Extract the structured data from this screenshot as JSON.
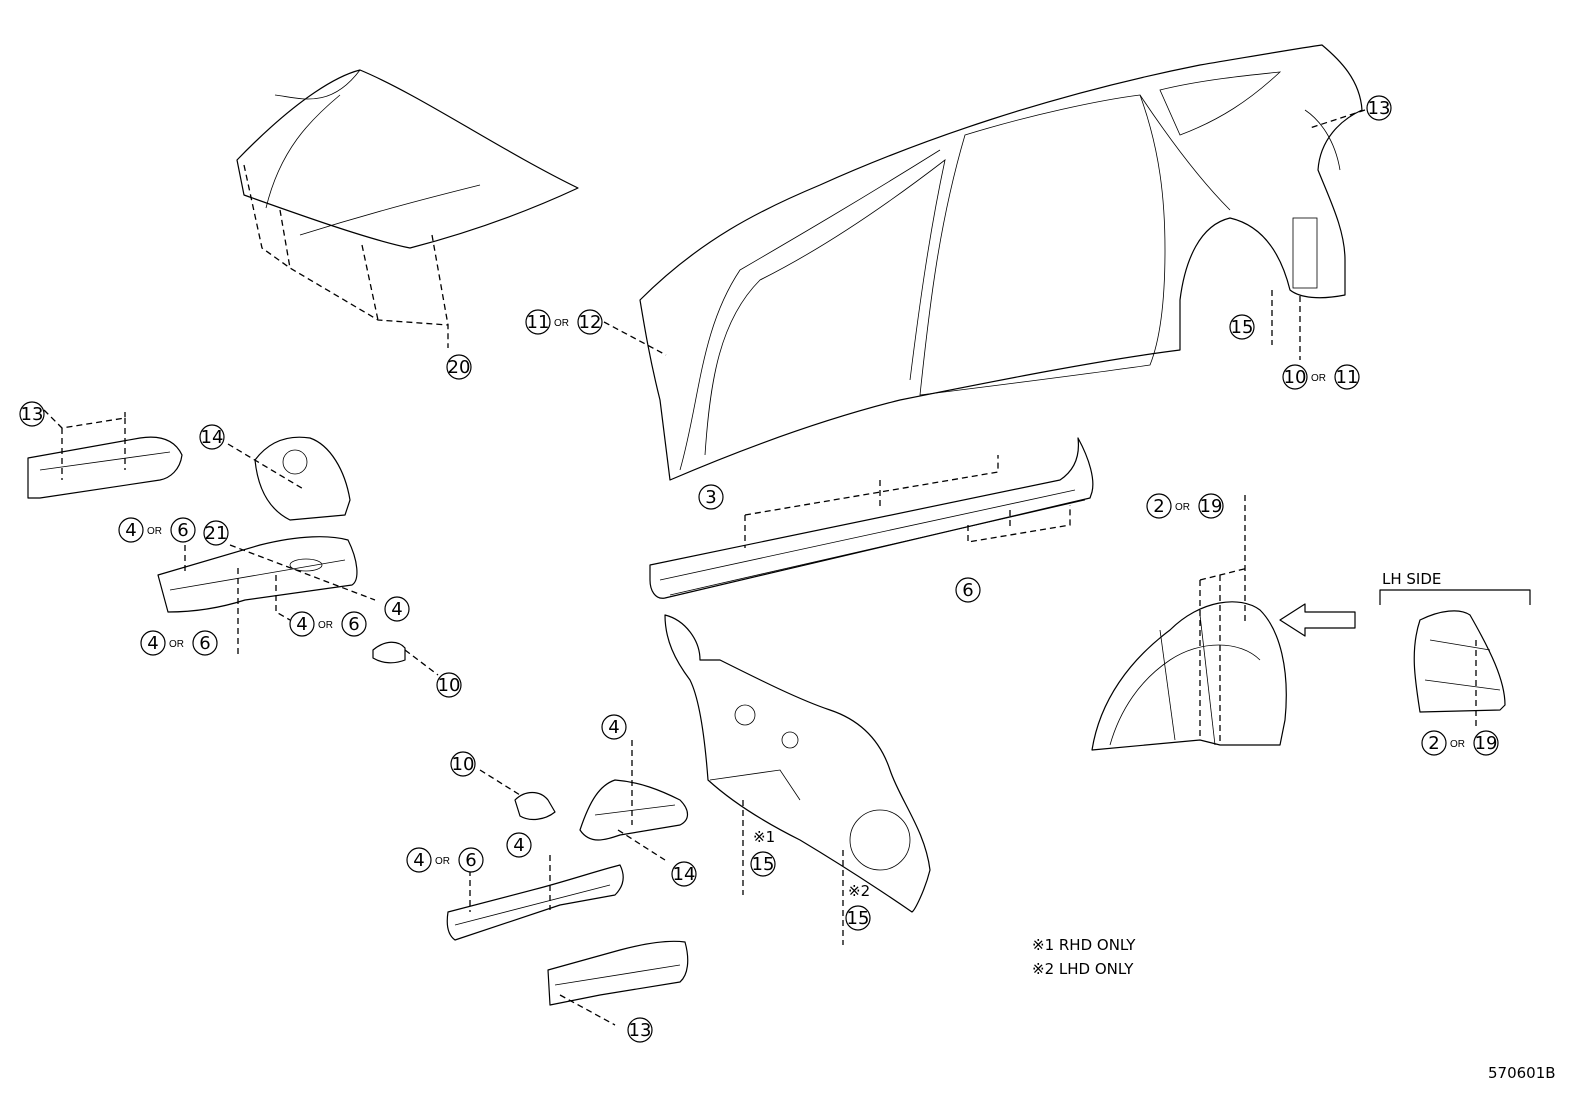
{
  "diagram_id": "570601B",
  "view_label": "LH SIDE",
  "notes": [
    "※1 RHD ONLY",
    "※2 LHD ONLY"
  ],
  "or_text": "OR",
  "callouts": {
    "hood": {
      "a": "20"
    },
    "body_front_13": {
      "a": "13"
    },
    "body_side_front": {
      "a": "11",
      "b": "12"
    },
    "quarter_13": {
      "a": "13"
    },
    "quarter_15": {
      "a": "15"
    },
    "quarter_10_11": {
      "a": "10",
      "b": "11"
    },
    "apron_14": {
      "a": "14"
    },
    "member_4_6_top": {
      "a": "4",
      "b": "6"
    },
    "member_21": {
      "a": "21"
    },
    "member_4": {
      "a": "4"
    },
    "member_4_6_mid": {
      "a": "4",
      "b": "6"
    },
    "member_4_6_low": {
      "a": "4",
      "b": "6"
    },
    "bracket_10": {
      "a": "10"
    },
    "rocker_3": {
      "a": "3"
    },
    "rocker_6": {
      "a": "6"
    },
    "wheelhouse_2_19": {
      "a": "2",
      "b": "19"
    },
    "lh_2_19": {
      "a": "2",
      "b": "19"
    },
    "lower_10": {
      "a": "10"
    },
    "lower_4_top": {
      "a": "4"
    },
    "lower_14": {
      "a": "14"
    },
    "lower_4_6": {
      "a": "4",
      "b": "6"
    },
    "lower_4": {
      "a": "4"
    },
    "lower_13": {
      "a": "13"
    },
    "dash_note1": {
      "mark": "※1",
      "a": "15"
    },
    "dash_note2": {
      "mark": "※2",
      "a": "15"
    }
  }
}
